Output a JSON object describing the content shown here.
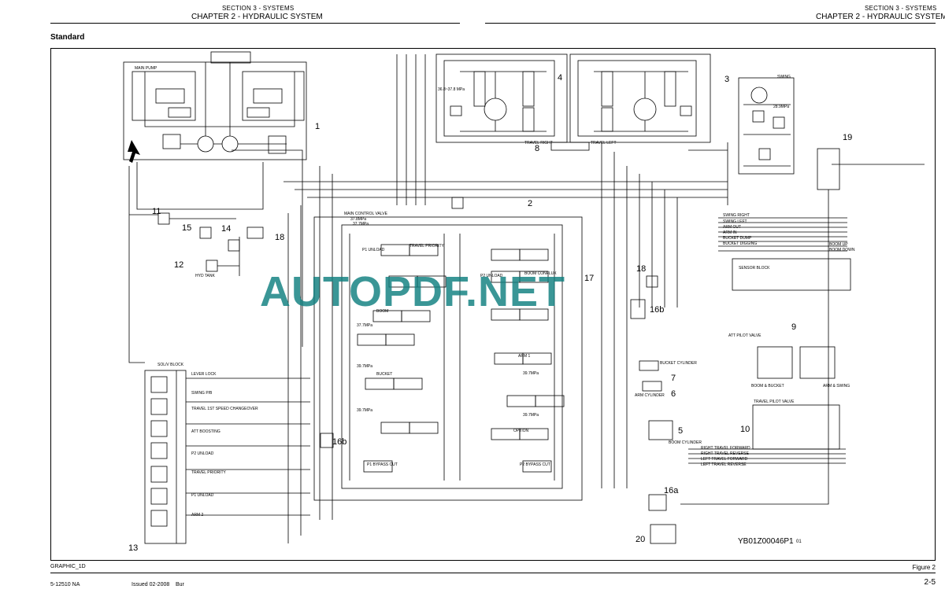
{
  "header": {
    "left_section": "SECTION 3 - SYSTEMS",
    "left_chapter": "CHAPTER 2 - HYDRAULIC SYSTEM",
    "right_section": "SECTION 3 - SYSTEMS",
    "right_chapter": "CHAPTER 2 - HYDRAULIC SYSTEM"
  },
  "subtitle": "Standard",
  "watermark": "AUTOPDF.NET",
  "callouts": [
    "1",
    "2",
    "3",
    "4",
    "5",
    "6",
    "7",
    "8",
    "9",
    "10",
    "11",
    "12",
    "13",
    "14",
    "15",
    "16a",
    "16b",
    "16b",
    "17",
    "18",
    "18",
    "19",
    "20"
  ],
  "labels": {
    "main_pump": "MAIN PUMP",
    "hyd_tank": "HYD TANK",
    "main_control_valve": "MAIN CONTROL VALVE",
    "travel_right": "TRAVEL RIGHT",
    "travel_left": "TRAVEL LEFT",
    "swing": "SWING",
    "sol_block": "SOL/V BLOCK",
    "lever_lock": "LEVER LOCK",
    "swing_pb": "SWING P/B",
    "travel_2speed": "TRAVEL 1ST SPEED CHANGEOVER",
    "att_boosting": "ATT BOOSTING",
    "p2_unload": "P2 UNLOAD",
    "travel_priority": "TRAVEL PRIORITY",
    "p1_unload": "P1 UNLOAD",
    "arm2": "ARM 2",
    "sensor_block": "SENSOR BLOCK",
    "att_pilot_valve": "ATT PILOT VALVE",
    "boom_bucket": "BOOM & BUCKET",
    "arm_swing": "ARM & SWING",
    "travel_pilot_valve": "TRAVEL PILOT VALVE",
    "bucket_cylinder": "BUCKET CYLINDER",
    "arm_cylinder": "ARM CYLINDER",
    "boom_cylinder": "BOOM CYLINDER",
    "swing_right": "SWING RIGHT",
    "swing_left": "SWING LEFT",
    "arm_out": "ARM OUT",
    "arm_in": "ARM IN",
    "bucket_dump": "BUCKET DUMP",
    "bucket_digging": "BUCKET DIGGING",
    "boom_up": "BOOM UP",
    "boom_down": "BOOM DOWN",
    "right_travel_forward": "RIGHT TRAVEL FORWARD",
    "right_travel_reverse": "RIGHT TRAVEL REVERSE",
    "left_travel_forward": "LEFT TRAVEL FORWARD",
    "left_travel_reverse": "LEFT TRAVEL REVERSE",
    "boom": "BOOM",
    "bucket": "BUCKET",
    "arm1": "ARM 1",
    "option": "OPTION",
    "p1_bypass_cut": "P1 BYPASS CUT",
    "p2_bypass_cut": "P2 BYPASS CUT",
    "travel_priority_cv": "TRAVEL PRIORITY",
    "boom_conflux": "BOOM CONFLUX",
    "p1_unload_cv": "P1 UNLOAD",
    "p2_unload_cv": "P2 UNLOAD",
    "p_378": "37.8MPa",
    "p_377": "37.7MPa",
    "p_397": "39.7MPa",
    "p_289": "28.9MPa",
    "p_368": "36.8~37.8 MPa",
    "graphic": "GRAPHIC_1D"
  },
  "drawing_number": "YB01Z00046P1",
  "drawing_rev": "01",
  "figure_label": "Figure 2",
  "footer": {
    "doc_number": "5-12510 NA",
    "issued": "Issued 02-2008",
    "lang": "Bur",
    "page": "2-5"
  }
}
